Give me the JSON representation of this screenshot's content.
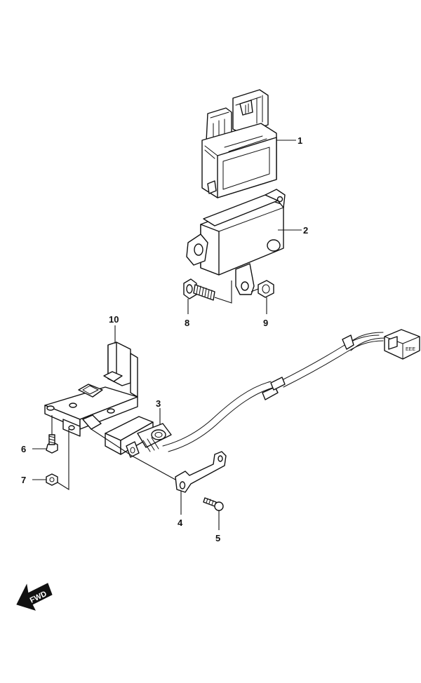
{
  "callouts": {
    "c1": "1",
    "c2": "2",
    "c3": "3",
    "c4": "4",
    "c5": "5",
    "c6": "6",
    "c7": "7",
    "c8": "8",
    "c9": "9",
    "c10": "10"
  },
  "fwd_label": "FWD",
  "connector_label": "EEE"
}
